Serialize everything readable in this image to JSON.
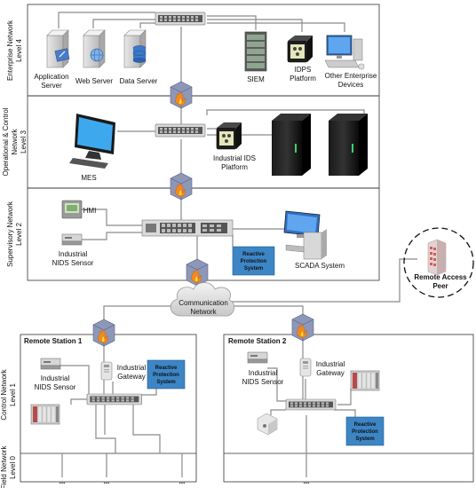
{
  "levels": {
    "enterprise": {
      "name": "Enterprise Network",
      "level": "Level 4"
    },
    "operational": {
      "name_line1": "Operational & Control",
      "name_line2": "Network",
      "level": "Level 3"
    },
    "supervisory": {
      "name": "Supervisory Network",
      "level": "Level 2"
    },
    "control": {
      "name": "Control Network",
      "level": "Level 1"
    },
    "field": {
      "name": "Field Network",
      "level": "Level 0"
    }
  },
  "enterprise_devices": {
    "application_server": [
      "Application",
      "Server"
    ],
    "web_server": "Web Server",
    "data_server": "Data Server",
    "siem": "SIEM",
    "idps_platform": [
      "IDPS",
      "Platform"
    ],
    "other_devices": [
      "Other Enterprise",
      "Devices"
    ]
  },
  "operational_devices": {
    "mes": "MES",
    "industrial_ids": [
      "Industrial IDS",
      "Platform"
    ]
  },
  "supervisory_devices": {
    "hmi": "HMI",
    "nids": [
      "Industrial",
      "NIDS Sensor"
    ],
    "reactive": [
      "Reactive",
      "Protection",
      "System"
    ],
    "scada": "SCADA System"
  },
  "communication_network": [
    "Communication",
    "Network"
  ],
  "remote_peer": [
    "Remote Access",
    "Peer"
  ],
  "remote_station_1": {
    "title": "Remote Station 1",
    "nids": [
      "Industrial",
      "NIDS Sensor"
    ],
    "gateway": [
      "Industrial",
      "Gateway"
    ],
    "reactive": [
      "Reactive",
      "Protection",
      "System"
    ],
    "field_dots": [
      "...",
      "...",
      "..."
    ]
  },
  "remote_station_2": {
    "title": "Remote Station 2",
    "nids": [
      "Industrial",
      "NIDS Sensor"
    ],
    "gateway": [
      "Industrial",
      "Gateway"
    ],
    "reactive": [
      "Reactive",
      "Protection",
      "System"
    ],
    "field_dots": [
      "..."
    ]
  },
  "colors": {
    "reactive_fill": "#3d86c6",
    "line": "#8a8a8a",
    "firewall": "#7b86a8",
    "flame": "#f08a1c"
  }
}
